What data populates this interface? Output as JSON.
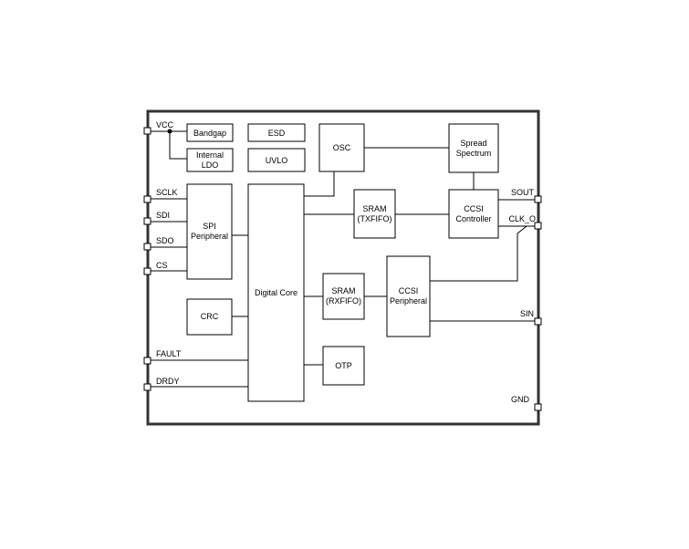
{
  "blocks": {
    "bandgap": "Bandgap",
    "esd": "ESD",
    "osc": "OSC",
    "spread_spectrum": [
      "Spread",
      "Spectrum"
    ],
    "internal_ldo": [
      "Internal",
      "LDO"
    ],
    "uvlo": "UVLO",
    "spi_peripheral": [
      "SPI",
      "Peripheral"
    ],
    "digital_core": "Digital Core",
    "sram_tx": [
      "SRAM",
      "(TXFIFO)"
    ],
    "ccsi_controller": [
      "CCSI",
      "Controller"
    ],
    "sram_rx": [
      "SRAM",
      "(RXFIFO)"
    ],
    "ccsi_peripheral": [
      "CCSI",
      "Peripheral"
    ],
    "crc": "CRC",
    "otp": "OTP"
  },
  "pins": {
    "vcc": "VCC",
    "sclk": "SCLK",
    "sdi": "SDI",
    "sdo": "SDO",
    "cs": "CS",
    "fault": "FAULT",
    "drdy": "DRDY",
    "sout": "SOUT",
    "clk_o": "CLK_O",
    "sin": "SIN",
    "gnd": "GND"
  }
}
